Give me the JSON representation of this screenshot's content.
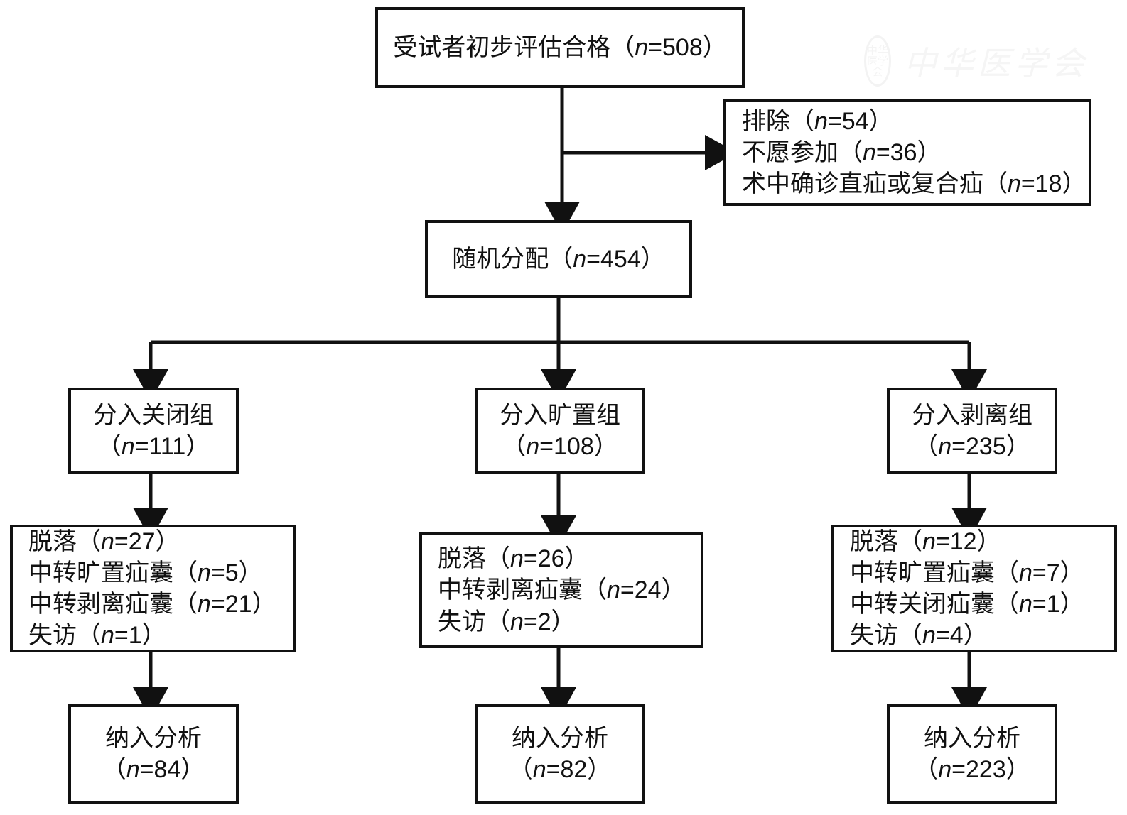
{
  "diagram": {
    "type": "consort-flow-diagram",
    "language": "zh-CN",
    "nodes": {
      "screened": {
        "lines": [
          "受试者初步评估合格（n=508）"
        ],
        "n": 508
      },
      "excluded": {
        "lines": [
          "排除（n=54）",
          "不愿参加（n=36）",
          "术中确诊直疝或复合疝（n=18）"
        ],
        "n": 54
      },
      "randomized": {
        "lines": [
          "随机分配（n=454）"
        ],
        "n": 454
      },
      "group_a": {
        "lines": [
          "分入关闭组",
          "（n=111）"
        ],
        "n": 111
      },
      "group_b": {
        "lines": [
          "分入旷置组",
          "（n=108）"
        ],
        "n": 108
      },
      "group_c": {
        "lines": [
          "分入剥离组",
          "（n=235）"
        ],
        "n": 235
      },
      "dropout_a": {
        "lines": [
          "脱落（n=27）",
          "中转旷置疝囊（n=5）",
          "中转剥离疝囊（n=21）",
          "失访（n=1）"
        ],
        "n": 27
      },
      "dropout_b": {
        "lines": [
          "脱落（n=26）",
          "中转剥离疝囊（n=24）",
          "失访（n=2）"
        ],
        "n": 26
      },
      "dropout_c": {
        "lines": [
          "脱落（n=12）",
          "中转旷置疝囊（n=7）",
          "中转关闭疝囊（n=1）",
          "失访（n=4）"
        ],
        "n": 12
      },
      "analyzed_a": {
        "lines": [
          "纳入分析",
          "（n=84）"
        ],
        "n": 84
      },
      "analyzed_b": {
        "lines": [
          "纳入分析",
          "（n=82）"
        ],
        "n": 82
      },
      "analyzed_c": {
        "lines": [
          "纳入分析",
          "（n=223）"
        ],
        "n": 223
      }
    },
    "watermark": {
      "seal_text": "中华医学会",
      "text": "中华医学会"
    },
    "colors": {
      "stroke": "#111111",
      "background": "#ffffff",
      "watermark": "#f5f5f5"
    }
  }
}
